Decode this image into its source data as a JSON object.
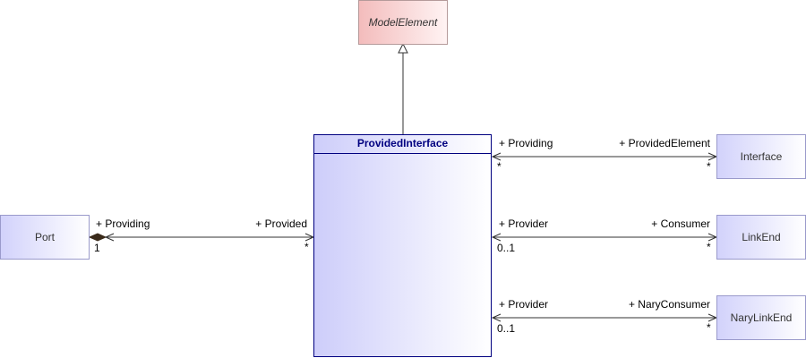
{
  "classes": {
    "model_element": "ModelElement",
    "provided_interface": "ProvidedInterface",
    "interface": "Interface",
    "link_end": "LinkEnd",
    "nary_link_end": "NaryLinkEnd",
    "port": "Port"
  },
  "associations": {
    "interface": {
      "near_role": "+ Providing",
      "far_role": "+ ProvidedElement",
      "near_mult": "*",
      "far_mult": "*"
    },
    "link_end": {
      "near_role": "+ Provider",
      "far_role": "+ Consumer",
      "near_mult": "0..1",
      "far_mult": "*"
    },
    "nary_link_end": {
      "near_role": "+ Provider",
      "far_role": "+ NaryConsumer",
      "near_mult": "0..1",
      "far_mult": "*"
    },
    "port": {
      "near_role": "+ Providing",
      "far_role": "+ Provided",
      "near_mult": "1",
      "far_mult": "*"
    }
  },
  "colors": {
    "class_fill": "#d2d2fb",
    "class_border": "#9a9acb",
    "abstract_fill": "#f3bcbc",
    "main_border": "#000080",
    "line": "#333333"
  }
}
